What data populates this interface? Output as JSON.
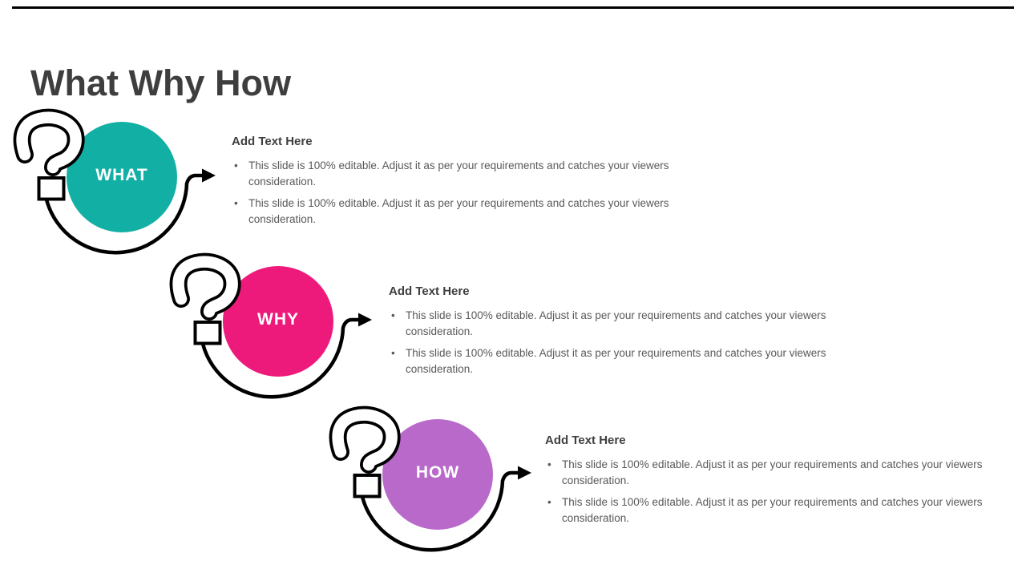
{
  "slide": {
    "top_bar_color": "#000000",
    "title": "What Why How",
    "title_color": "#3e3e3e",
    "body_text_color": "#595959",
    "sections": [
      {
        "label": "WHAT",
        "color": "#12afa4",
        "heading": "Add Text Here",
        "bullets": [
          "This slide is 100% editable. Adjust it as per your requirements and catches your viewers consideration.",
          "This slide is 100% editable. Adjust it as per your requirements and catches your viewers consideration."
        ]
      },
      {
        "label": "WHY",
        "color": "#ee1a7b",
        "heading": "Add Text Here",
        "bullets": [
          "This slide is 100% editable. Adjust it as per your requirements and catches your viewers consideration.",
          "This slide is 100% editable. Adjust it as per your requirements and catches your viewers consideration."
        ]
      },
      {
        "label": "HOW",
        "color": "#b969ca",
        "heading": "Add Text Here",
        "bullets": [
          "This slide is 100% editable. Adjust it as per your requirements and catches your viewers consideration.",
          "This slide is 100% editable. Adjust it as per your requirements and catches your viewers consideration."
        ]
      }
    ]
  }
}
